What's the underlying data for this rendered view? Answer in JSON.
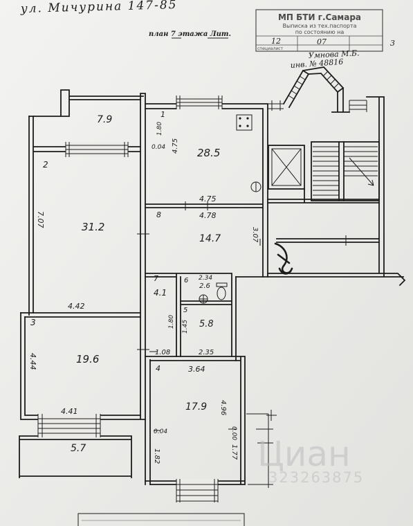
{
  "header": {
    "address": "ул. Мичурина 147-85",
    "plan_title": "план 7 этажа Лит."
  },
  "stamp": {
    "organization": "МП БТИ г.Самара",
    "line_extract": "Выписка из тех.паспорта",
    "line_as_of": "по состоянию на",
    "date_day": "12",
    "date_month": "07",
    "sheet": "3",
    "specialist_label": "специалист",
    "specialist_name": "Умнова М.Б.",
    "inventory_number": "инв. № 48816"
  },
  "rooms": {
    "balcony_1": {
      "area": "7.9"
    },
    "room_1": {
      "number": "1",
      "area": "28.5",
      "dims": [
        "1.80",
        "0.04",
        "4.75",
        "4.75"
      ]
    },
    "room_2": {
      "number": "2",
      "area": "31.2",
      "dims": [
        "7.07",
        "4.42"
      ]
    },
    "room_3": {
      "number": "3",
      "area": "19.6",
      "dims": [
        "4.44",
        "4.41"
      ]
    },
    "room_4": {
      "number": "4",
      "area": "17.9",
      "dims": [
        "3.64",
        "4.96",
        "0.04",
        "1.82",
        "0.00",
        "1.77"
      ]
    },
    "room_5": {
      "number": "5",
      "area": "5.8",
      "dims": [
        "1.45",
        "2.35",
        "1.08"
      ]
    },
    "room_6": {
      "number": "6",
      "area": "2.6",
      "dims": [
        "2.34"
      ]
    },
    "room_7": {
      "number": "7",
      "area": "4.1",
      "dims": [
        "1.80"
      ]
    },
    "room_8": {
      "number": "8",
      "area": "14.7",
      "dims": [
        "4.78",
        "3.07"
      ]
    },
    "balcony_2": {
      "area": "5.7"
    }
  },
  "watermark": {
    "brand": "Циан",
    "listing_id": "323263875"
  },
  "colors": {
    "paper": "#ecebe8",
    "ink": "#1c1c1c",
    "stamp": "#4a4a4a",
    "watermark": "#bdbdbd"
  }
}
